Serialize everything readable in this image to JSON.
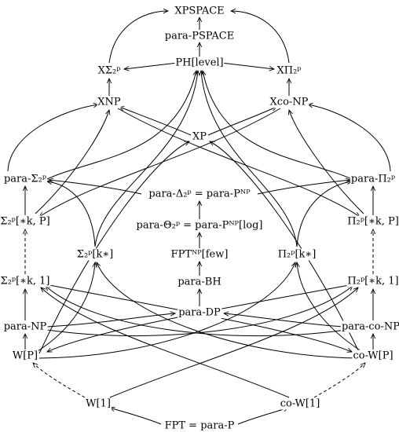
{
  "nodes": [
    {
      "id": "xpspace",
      "label": "XPSPACE"
    },
    {
      "id": "para-pspace",
      "label": "para-PSPACE"
    },
    {
      "id": "ph-level",
      "label": "PH[level]"
    },
    {
      "id": "x-sigma2p",
      "label": "XΣ₂ᵖ"
    },
    {
      "id": "x-pi2p",
      "label": "XΠ₂ᵖ"
    },
    {
      "id": "xnp",
      "label": "XNP"
    },
    {
      "id": "xco-np",
      "label": "Xco-NP"
    },
    {
      "id": "xp",
      "label": "XP"
    },
    {
      "id": "para-sigma2p",
      "label": "para-Σ₂ᵖ"
    },
    {
      "id": "para-pi2p",
      "label": "para-Π₂ᵖ"
    },
    {
      "id": "para-delta2p",
      "label": "para-Δ₂ᵖ = para-Pᴺᴾ"
    },
    {
      "id": "para-theta2p",
      "label": "para-Θ₂ᵖ = para-Pᴺᴾ[log]"
    },
    {
      "id": "sigma2p-k-p",
      "label": "Σ₂ᵖ[∗k, P]"
    },
    {
      "id": "pi2p-k-p",
      "label": "Π₂ᵖ[∗k, P]"
    },
    {
      "id": "sigma2p-k",
      "label": "Σ₂ᵖ[k∗]"
    },
    {
      "id": "pi2p-k",
      "label": "Π₂ᵖ[k∗]"
    },
    {
      "id": "fpt-np-few",
      "label": "FPTᴺᴾ[few]"
    },
    {
      "id": "para-bh",
      "label": "para-BH"
    },
    {
      "id": "sigma2p-k-1",
      "label": "Σ₂ᵖ[∗k, 1]"
    },
    {
      "id": "pi2p-k-1",
      "label": "Π₂ᵖ[∗k, 1]"
    },
    {
      "id": "para-dp",
      "label": "para-DP"
    },
    {
      "id": "para-np",
      "label": "para-NP"
    },
    {
      "id": "para-co-np",
      "label": "para-co-NP"
    },
    {
      "id": "w-p",
      "label": "W[P]"
    },
    {
      "id": "co-w-p",
      "label": "co-W[P]"
    },
    {
      "id": "w-1",
      "label": "W[1]"
    },
    {
      "id": "co-w-1",
      "label": "co-W[1]"
    },
    {
      "id": "fpt",
      "label": "FPT = para-P"
    }
  ]
}
